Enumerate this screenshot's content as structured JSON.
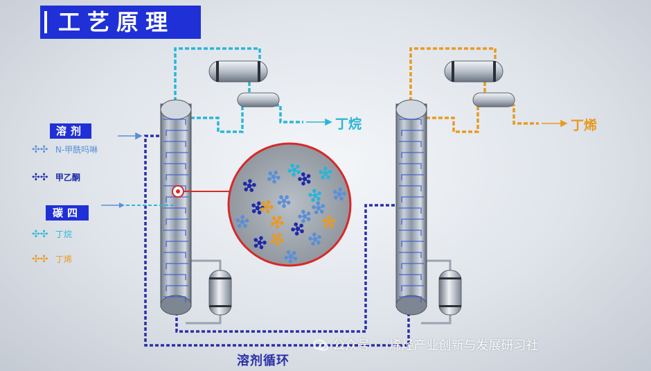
{
  "header": {
    "title": "工艺原理"
  },
  "legend": {
    "solvent": {
      "heading": "溶剂",
      "items": [
        {
          "label": "N-甲酰吗啉",
          "color": "#5a8fd8"
        },
        {
          "label": "甲乙酮",
          "color": "#1e2aa8"
        }
      ]
    },
    "c4": {
      "heading": "碳四",
      "items": [
        {
          "label": "丁烷",
          "color": "#2ab5d8"
        },
        {
          "label": "丁烯",
          "color": "#e89a22"
        }
      ]
    }
  },
  "outputs": {
    "left": {
      "label": "丁烷",
      "color": "#2ab5d8"
    },
    "right": {
      "label": "丁烯",
      "color": "#e89a22"
    }
  },
  "cycle_label": "溶剂循环",
  "watermark": {
    "prefix": "公众号 ·",
    "name": "烯烃产业创新与发展研习社"
  },
  "colors": {
    "title_bg": "#1f30d6",
    "solvent_line": "#2a2fa8",
    "butane": "#2ab5d8",
    "butene": "#e89a22"
  }
}
